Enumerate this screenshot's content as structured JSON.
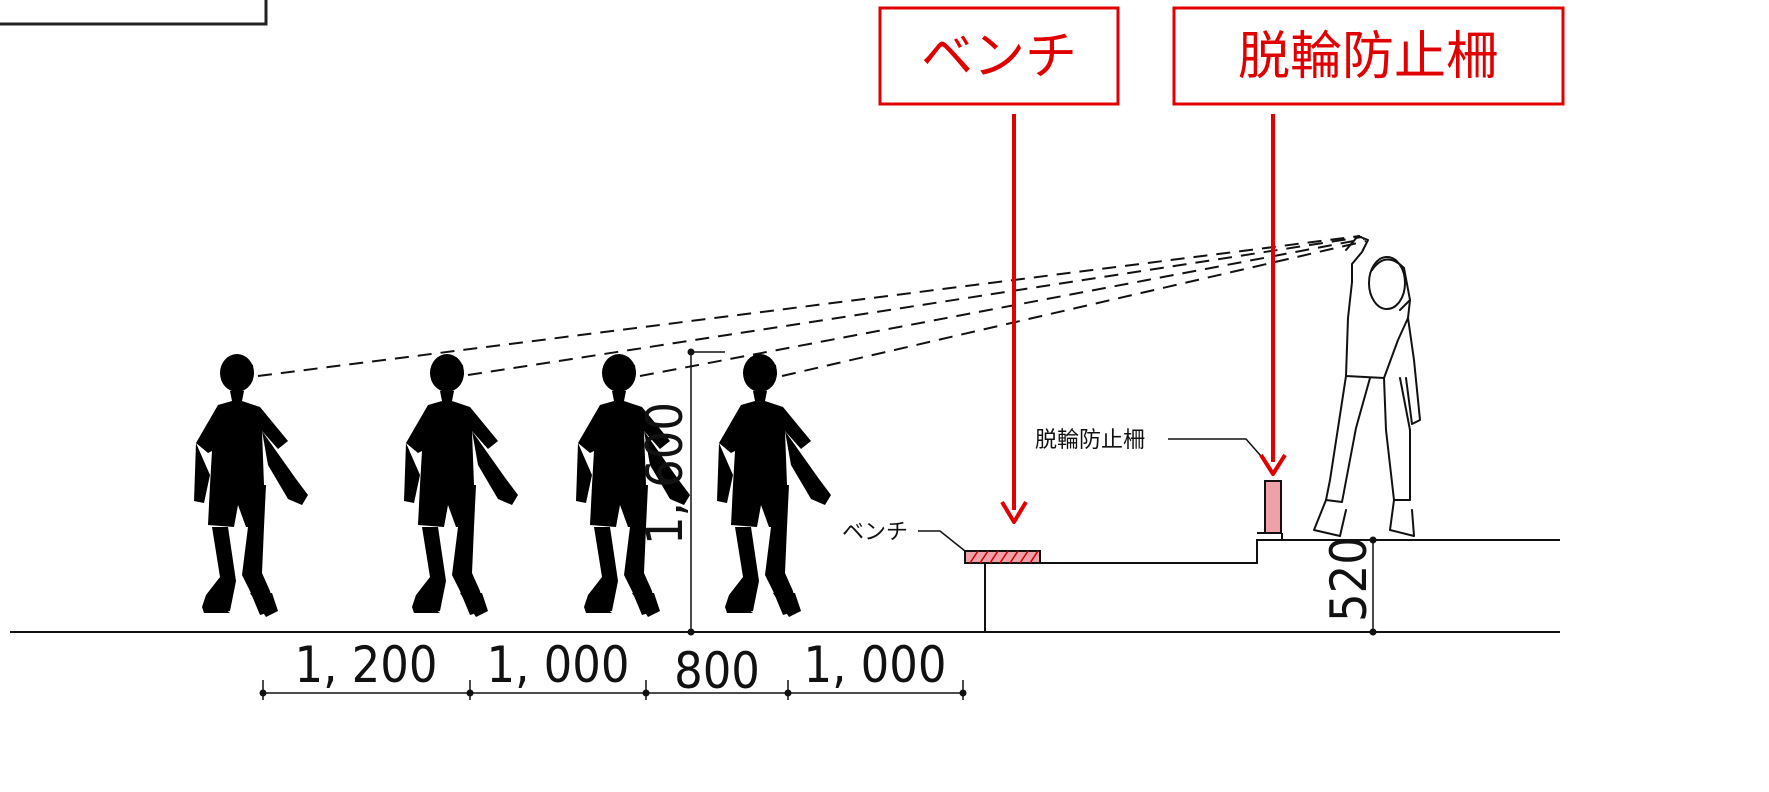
{
  "top_left_label": "",
  "callouts": {
    "bench": {
      "label": "ベンチ"
    },
    "wheel_stop": {
      "label": "脱輪防止柵"
    }
  },
  "annotations": {
    "bench": "ベンチ",
    "wheel_stop": "脱輪防止柵"
  },
  "dimensions": {
    "eye_height": "1, 600",
    "step_height": "520",
    "spacing": [
      "1, 200",
      "1, 000",
      "800",
      "1, 000"
    ]
  },
  "colors": {
    "accent": "#e00000",
    "fill_highlight": "#f0a0a8",
    "line": "#111111"
  }
}
